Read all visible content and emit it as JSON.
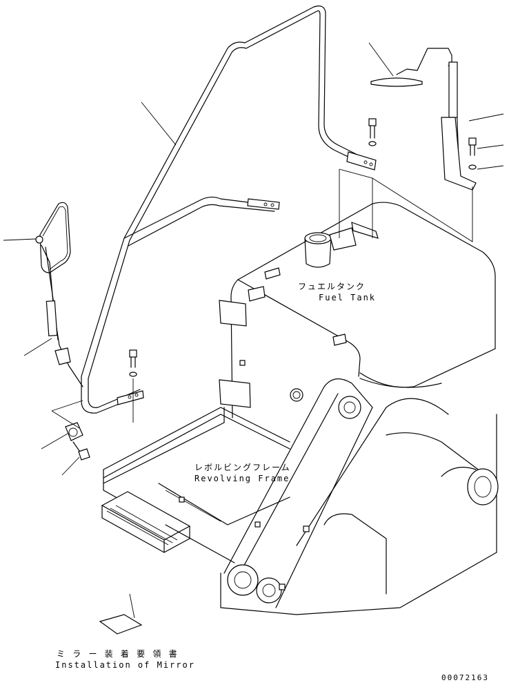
{
  "labels": {
    "fuel_tank_jp": "フュエルタンク",
    "fuel_tank_en": "Fuel Tank",
    "revolving_frame_jp": "レボルビングフレーム",
    "revolving_frame_en": "Revolving Frame",
    "installation_jp": "ミ ラ ー 装 着 要 領 書",
    "installation_en": "Installation of Mirror",
    "drawing_number": "00072163"
  }
}
